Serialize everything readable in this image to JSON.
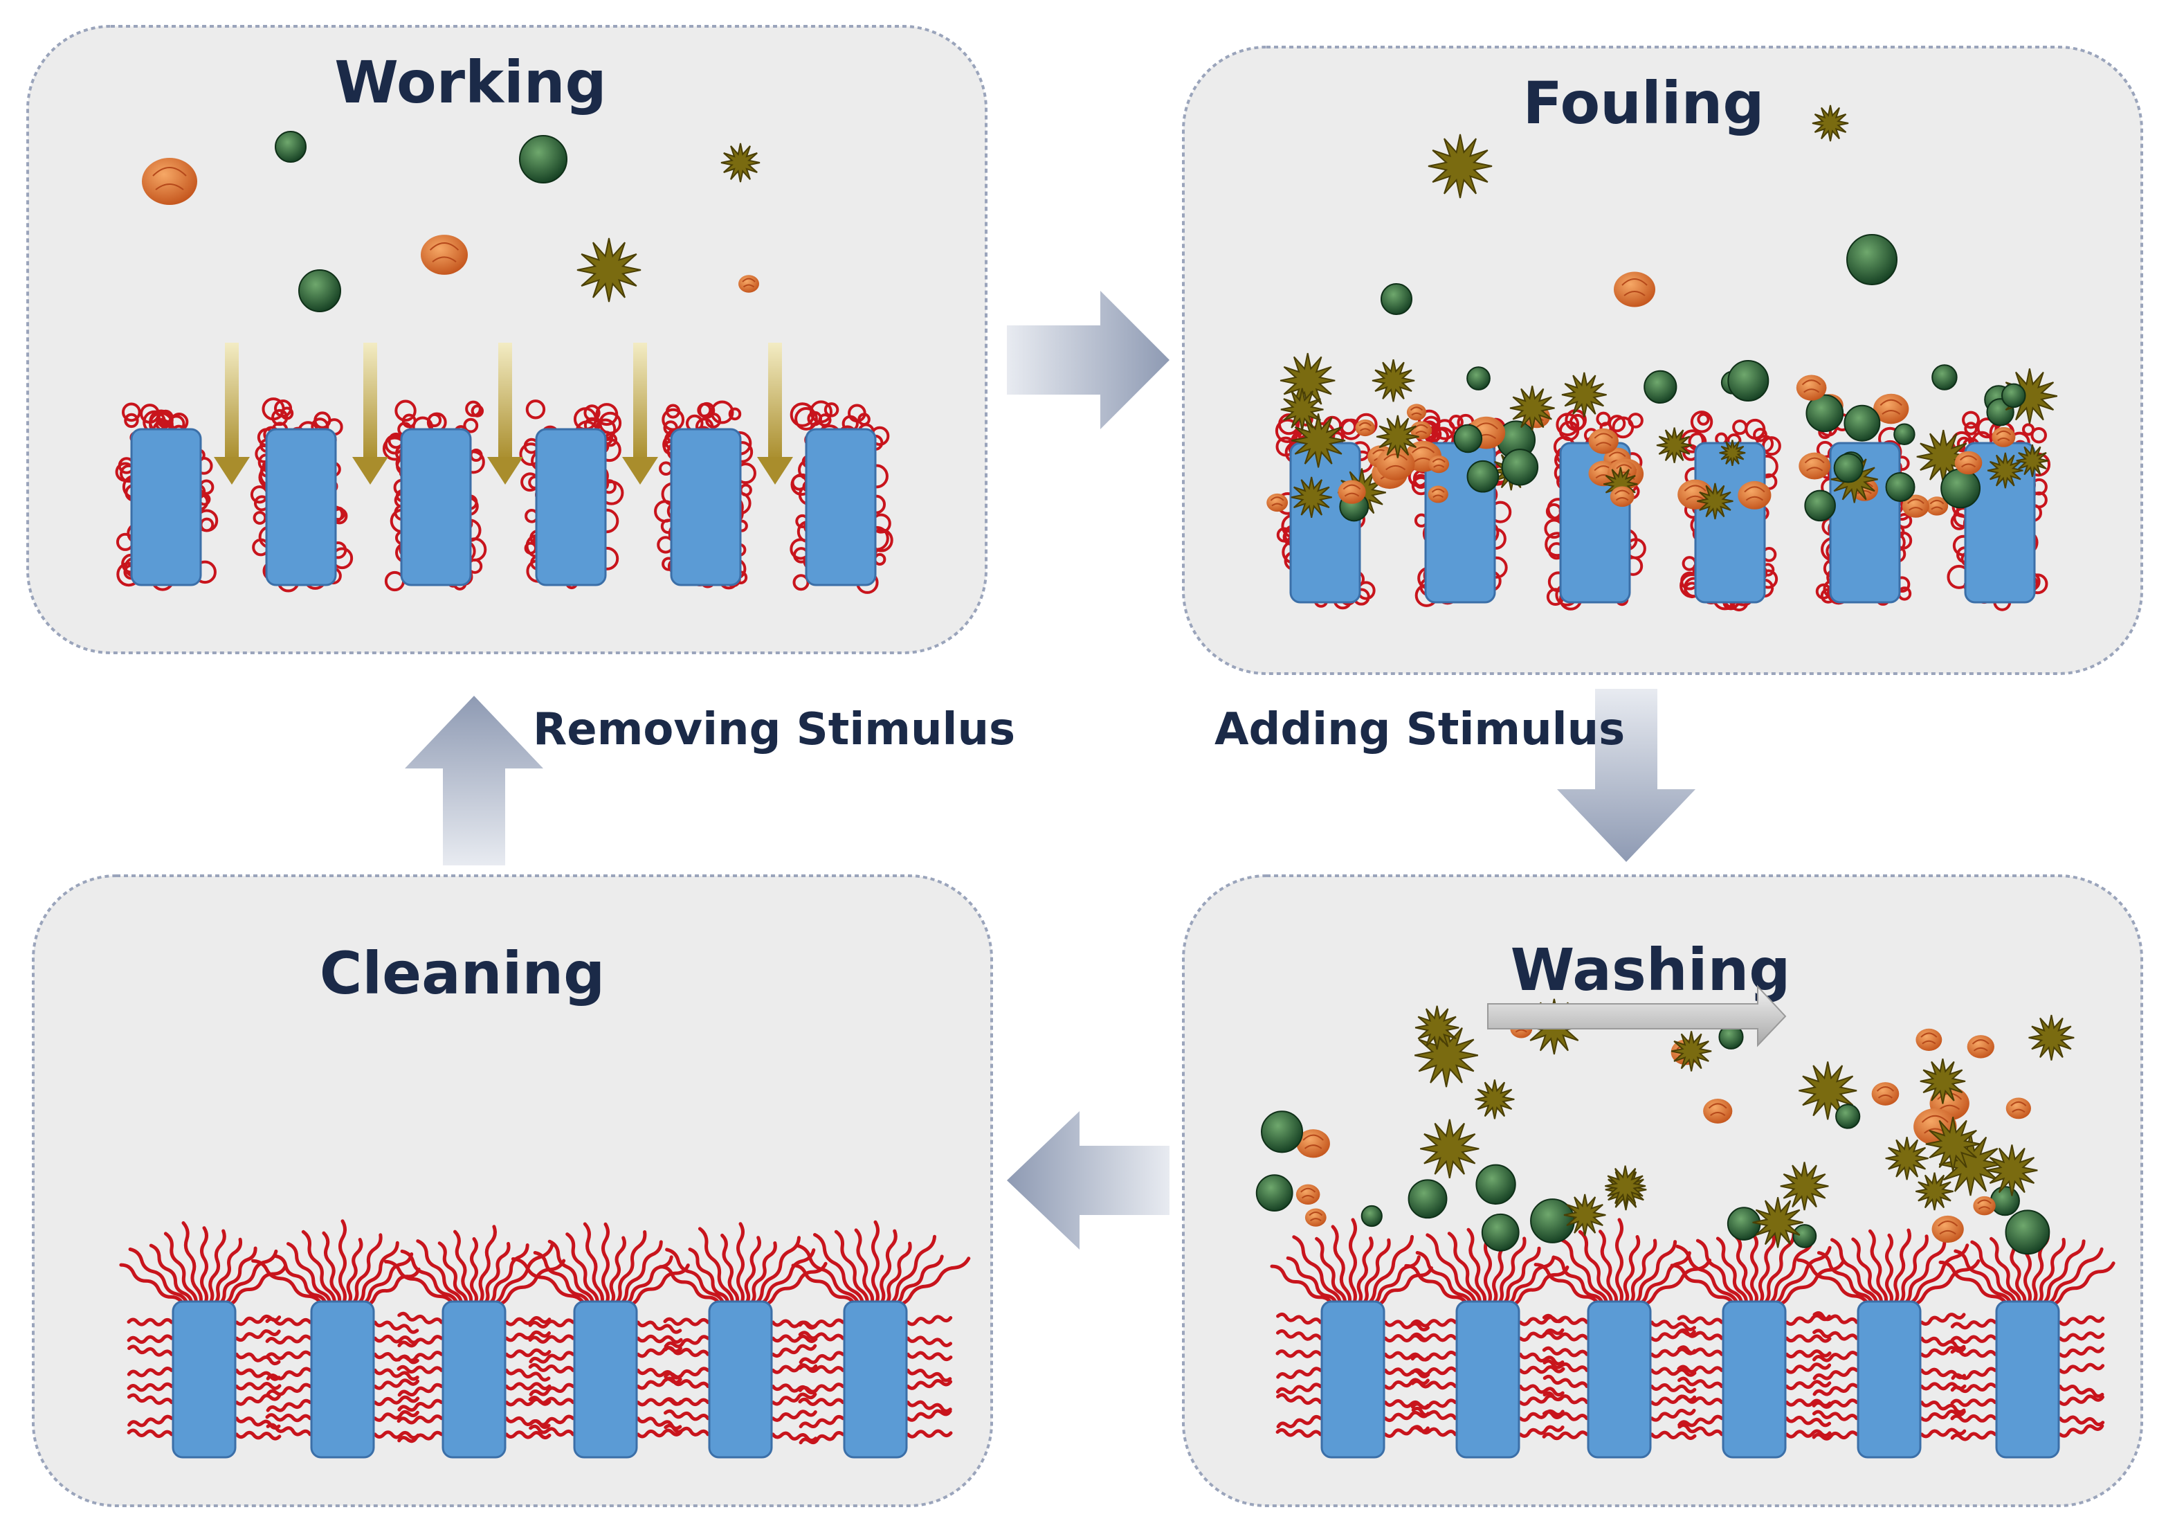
{
  "panels": {
    "working": {
      "title": "Working"
    },
    "fouling": {
      "title": "Fouling"
    },
    "washing": {
      "title": "Washing"
    },
    "cleaning": {
      "title": "Cleaning"
    }
  },
  "labels": {
    "removing_stimulus": "Removing Stimulus",
    "adding_stimulus": "Adding Stimulus"
  },
  "colors": {
    "panel_fill": "#ececec",
    "panel_border": "#9aa4bb",
    "pillar": "#5b9bd5",
    "pillar_edge": "#3b6fa8",
    "polymer": "#c8141c",
    "foulant_orange": "#e46c1f",
    "foulant_green": "#27613a",
    "foulant_olive": "#7a6b10",
    "flow_arrow": "#c9b46a",
    "process_arrow": "#9aa6bd"
  },
  "icons": {
    "pillar": "membrane-pillar",
    "polymer": "polymer-brush",
    "foulant_a": "orange-particle",
    "foulant_b": "green-sphere",
    "foulant_c": "spiky-particle",
    "flow": "flow-arrow",
    "process": "process-arrow"
  }
}
